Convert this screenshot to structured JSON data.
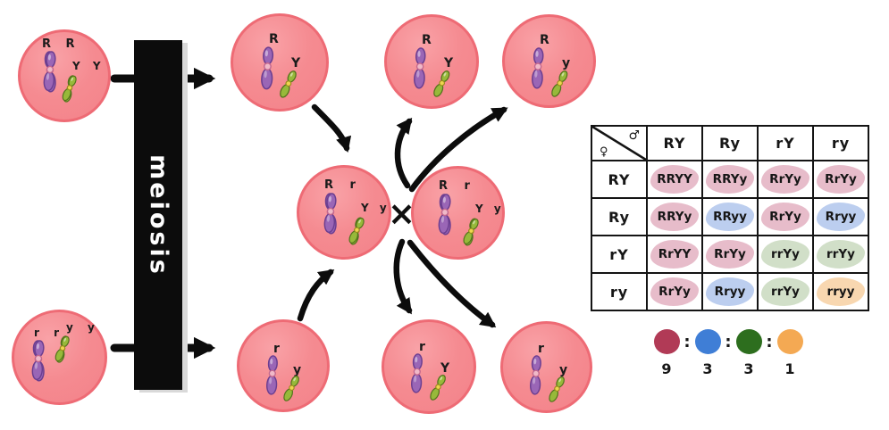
{
  "meiosis": {
    "label": "meiosis"
  },
  "cross_symbol": "×",
  "cells": {
    "parent_top": {
      "gene_r": "R R",
      "gene_y": "Y Y"
    },
    "parent_bottom": {
      "gene_r": "r r",
      "gene_y": "y y"
    },
    "gamete_top": {
      "gene_r": "R",
      "gene_y": "Y"
    },
    "gamete_bottom": {
      "gene_r": "r",
      "gene_y": "y"
    },
    "f1_left": {
      "gene_r": "R r",
      "gene_y": "Y y"
    },
    "f1_right": {
      "gene_r": "R r",
      "gene_y": "Y y"
    },
    "offspring_RY": {
      "gene_r": "R",
      "gene_y": "Y"
    },
    "offspring_Ry": {
      "gene_r": "R",
      "gene_y": "y"
    },
    "offspring_rY": {
      "gene_r": "r",
      "gene_y": "Y"
    },
    "offspring_ry": {
      "gene_r": "r",
      "gene_y": "y"
    }
  },
  "punnett": {
    "male_symbol": "♂",
    "female_symbol": "♀",
    "col_headers": [
      "RY",
      "Ry",
      "rY",
      "ry"
    ],
    "row_headers": [
      "RY",
      "Ry",
      "rY",
      "ry"
    ],
    "rows": [
      [
        {
          "genotype": "RRYY",
          "color": "pink"
        },
        {
          "genotype": "RRYy",
          "color": "pink"
        },
        {
          "genotype": "RrYy",
          "color": "pink"
        },
        {
          "genotype": "RrYy",
          "color": "pink"
        }
      ],
      [
        {
          "genotype": "RRYy",
          "color": "pink"
        },
        {
          "genotype": "RRyy",
          "color": "blue"
        },
        {
          "genotype": "RrYy",
          "color": "pink"
        },
        {
          "genotype": "Rryy",
          "color": "blue"
        }
      ],
      [
        {
          "genotype": "RrYY",
          "color": "pink"
        },
        {
          "genotype": "RrYy",
          "color": "pink"
        },
        {
          "genotype": "rrYy",
          "color": "green"
        },
        {
          "genotype": "rrYy",
          "color": "green"
        }
      ],
      [
        {
          "genotype": "RrYy",
          "color": "pink"
        },
        {
          "genotype": "Rryy",
          "color": "blue"
        },
        {
          "genotype": "rrYy",
          "color": "green"
        },
        {
          "genotype": "rryy",
          "color": "orange"
        }
      ]
    ]
  },
  "ratio": {
    "separator": ":",
    "items": [
      {
        "count": "9",
        "color": "#b13a56"
      },
      {
        "count": "3",
        "color": "#3f7ed6"
      },
      {
        "count": "3",
        "color": "#2d6e1e"
      },
      {
        "count": "1",
        "color": "#f4a953"
      }
    ]
  },
  "colors": {
    "cell_fill": "#f58b91",
    "cell_border": "#ee6b75",
    "chromosome_purple": "#9a66b6",
    "chromosome_green": "#97b93a",
    "bar": "#0c0c0c"
  }
}
